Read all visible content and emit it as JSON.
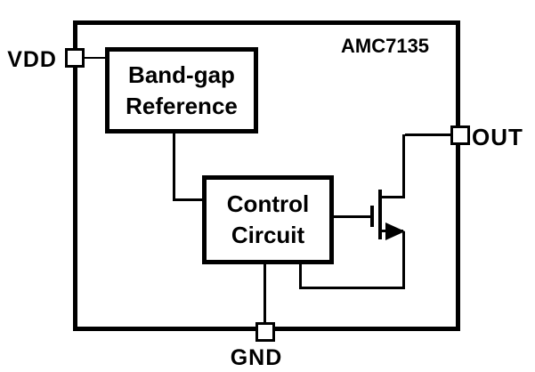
{
  "diagram": {
    "chip_label": "AMC7135",
    "pins": {
      "vdd": {
        "label": "VDD",
        "side": "left"
      },
      "out": {
        "label": "OUT",
        "side": "right"
      },
      "gnd": {
        "label": "GND",
        "side": "bottom"
      }
    },
    "blocks": {
      "bandgap": {
        "line1": "Band-gap",
        "line2": "Reference"
      },
      "control": {
        "line1": "Control",
        "line2": "Circuit"
      }
    },
    "components": {
      "transistor": "n-channel MOSFET"
    },
    "colors": {
      "stroke": "#000000",
      "background": "#ffffff"
    }
  }
}
